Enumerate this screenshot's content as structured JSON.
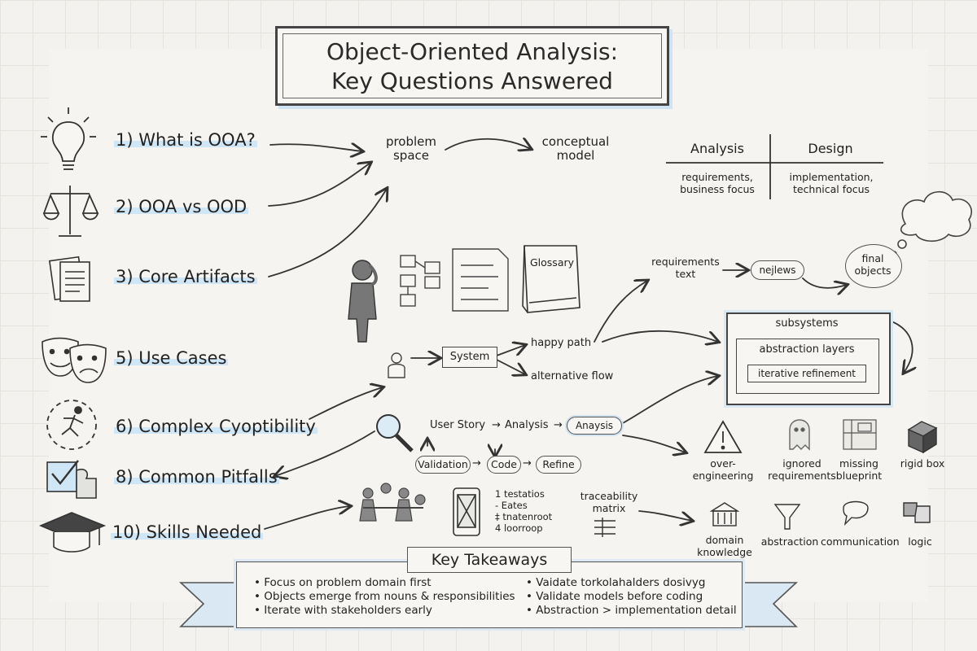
{
  "title": {
    "line1": "Object-Oriented Analysis:",
    "line2": "Key Questions Answered"
  },
  "questions": [
    {
      "label": "1) What is OOA?",
      "icon": "lightbulb-icon"
    },
    {
      "label": "2) OOA vs OOD",
      "icon": "scales-icon"
    },
    {
      "label": "3) Core Artifacts",
      "icon": "documents-icon"
    },
    {
      "label": "5) Use Cases",
      "icon": "theater-masks-icon"
    },
    {
      "label": "6) Complex Cyoptibility",
      "icon": "running-person-icon"
    },
    {
      "label": "8) Common Pitfalls",
      "icon": "puzzle-check-icon"
    },
    {
      "label": "10) Skills Needed",
      "icon": "graduation-cap-icon"
    }
  ],
  "flow_top": {
    "problem_space": "problem\nspace",
    "conceptual_model": "conceptual\nmodel"
  },
  "comparison": {
    "left_header": "Analysis",
    "right_header": "Design",
    "left_body": "requirements,\nbusiness focus",
    "right_body": "implementation,\ntechnical focus"
  },
  "artifacts": {
    "glossary": "Glossary"
  },
  "requirements_flow": {
    "requirements_text": "requirements\ntext",
    "nouns": "nejlews",
    "final_objects": "final\nobjects"
  },
  "use_case": {
    "system": "System",
    "happy_path": "happy path",
    "alternative_flow": "alternative flow"
  },
  "layers": {
    "subsystems": "subsystems",
    "abstraction_layers": "abstraction layers",
    "iterative_refinement": "iterative refinement loop"
  },
  "process": {
    "user_story": "User Story",
    "analysis": "Analysis",
    "analysis_box": "Anaysis",
    "validation": "Validation",
    "code": "Code",
    "refine": "Refine",
    "arrow": "→"
  },
  "pitfalls": [
    {
      "label": "over-engineering",
      "icon": "warning-icon"
    },
    {
      "label": "ignored\nrequirements",
      "icon": "ghost-icon"
    },
    {
      "label": "missing\nblueprint",
      "icon": "blueprint-icon"
    },
    {
      "label": "rigid box",
      "icon": "cube-icon"
    }
  ],
  "skills_list": [
    "1  testatios",
    "-  Eates",
    "‡  tnatenroot",
    "4  loorroop"
  ],
  "traceability": {
    "label": "traceability\nmatrix"
  },
  "skills": [
    {
      "label": "domain\nknowledge",
      "icon": "bank-icon"
    },
    {
      "label": "abstraction",
      "icon": "funnel-icon"
    },
    {
      "label": "communication",
      "icon": "speech-bubble-icon"
    },
    {
      "label": "logic",
      "icon": "puzzle-icon"
    }
  ],
  "takeaways": {
    "heading": "Key Takeaways",
    "left": [
      "• Focus on problem domain first",
      "• Objects emerge from nouns & responsibilities",
      "• Iterate with stakeholders early"
    ],
    "right": [
      "• Vaidate torkolahalders dosivyg",
      "• Validate models before coding",
      "• Abstraction > implementation detail"
    ]
  }
}
